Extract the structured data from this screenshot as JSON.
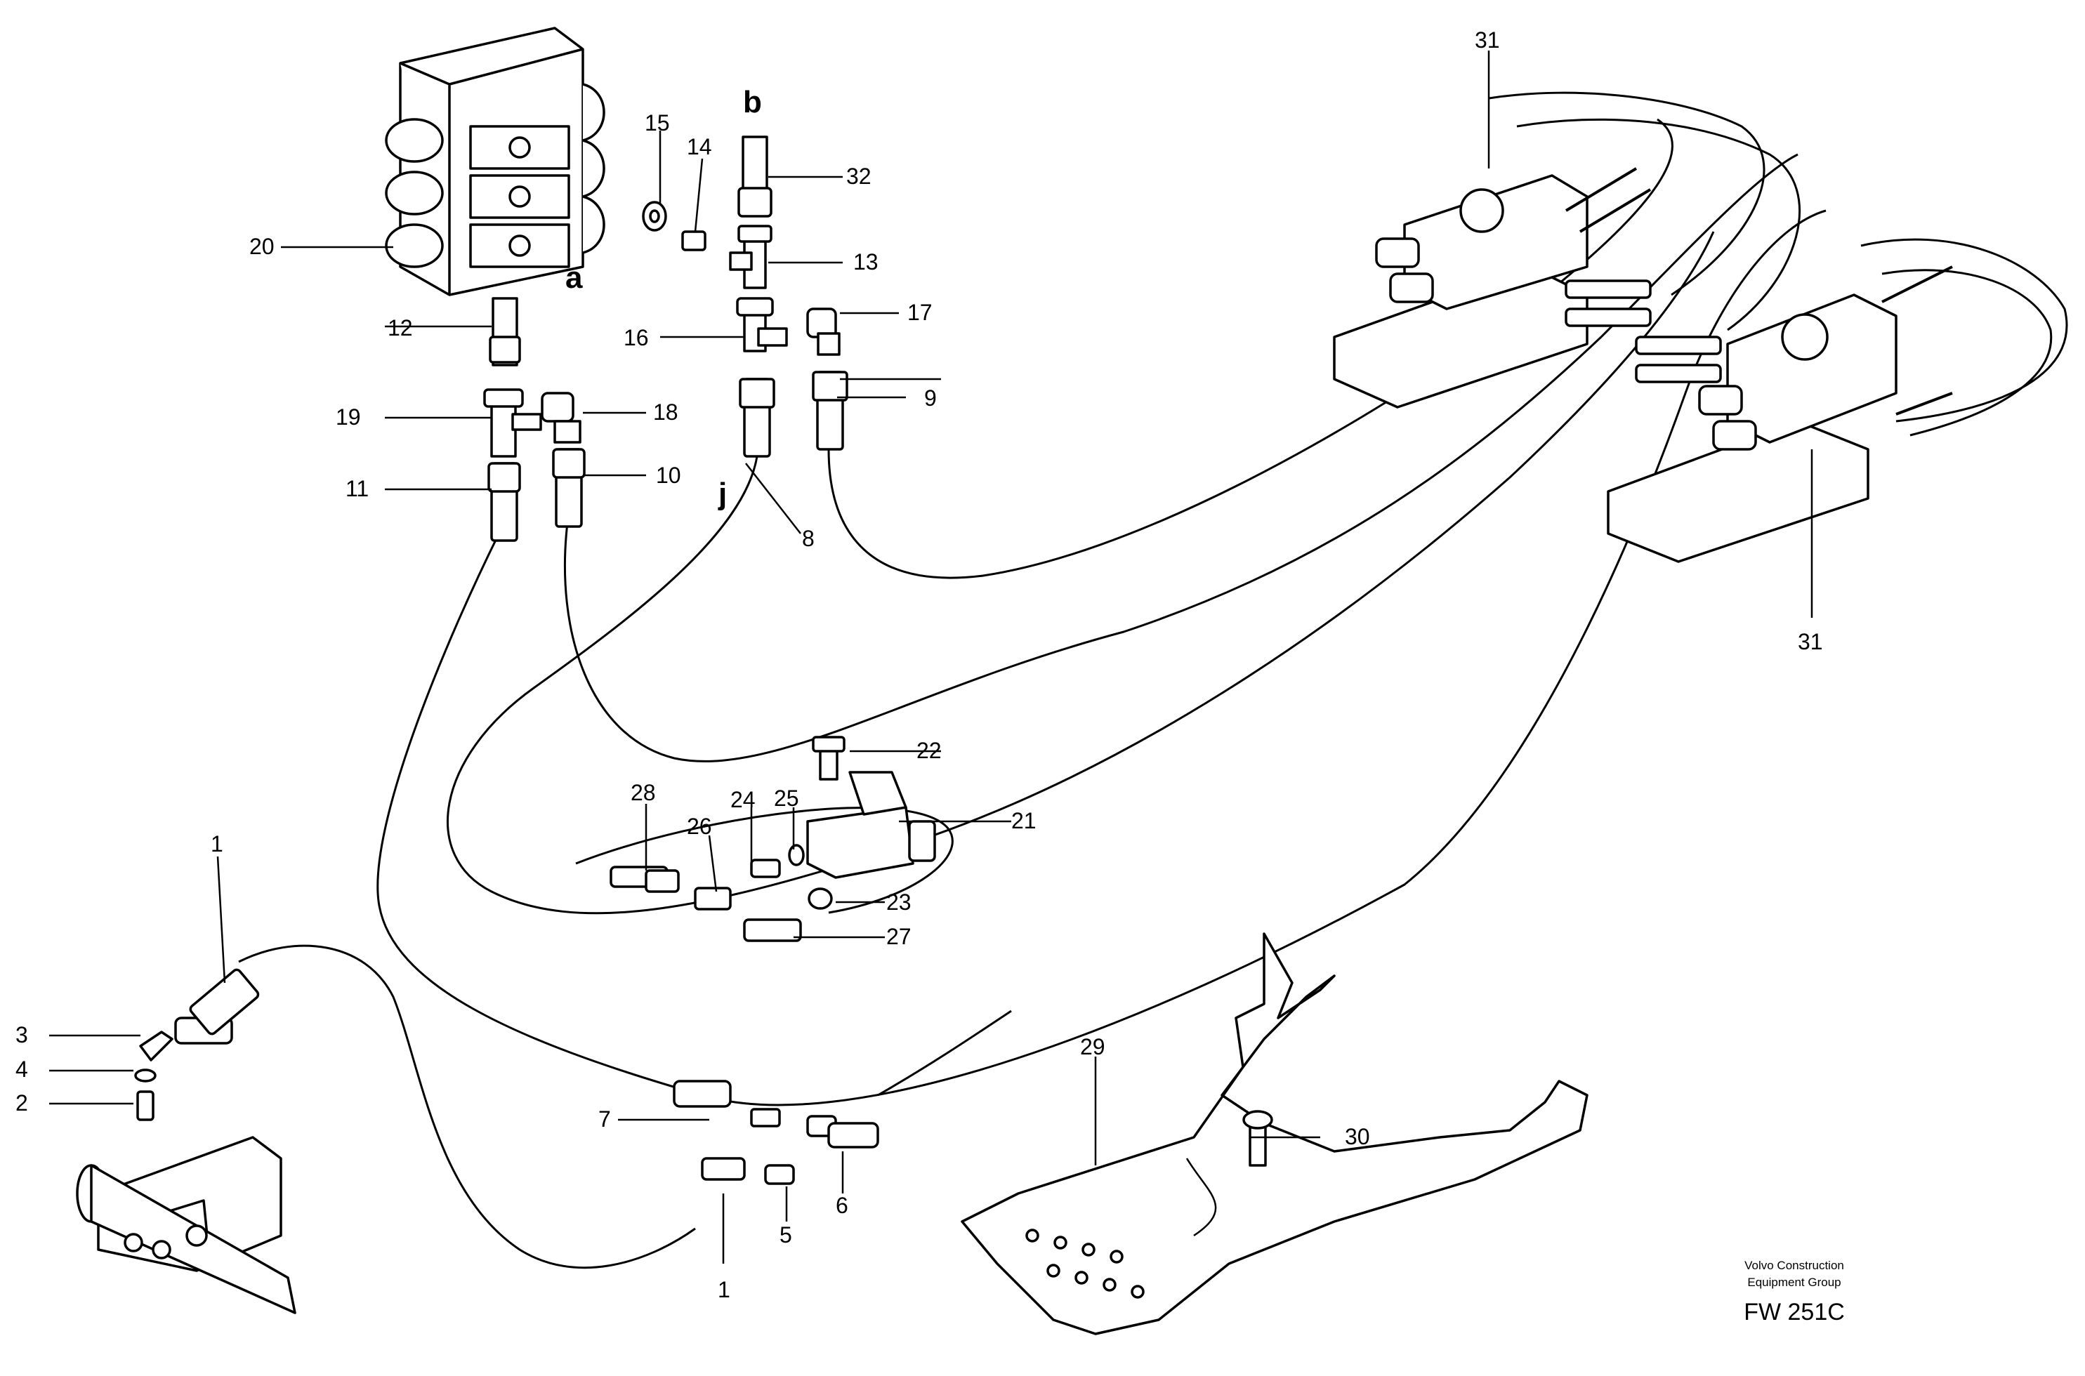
{
  "diagram": {
    "labels": {
      "l1a": "1",
      "l1b": "1",
      "l2": "2",
      "l3": "3",
      "l4": "4",
      "l5": "5",
      "l6": "6",
      "l7": "7",
      "l8": "8",
      "l9": "9",
      "l10": "10",
      "l11": "11",
      "l12": "12",
      "l13": "13",
      "l14": "14",
      "l15": "15",
      "l16": "16",
      "l17": "17",
      "l18": "18",
      "l19": "19",
      "l20": "20",
      "l21": "21",
      "l22": "22",
      "l23": "23",
      "l24": "24",
      "l25": "25",
      "l26": "26",
      "l27": "27",
      "l28": "28",
      "l29": "29",
      "l30": "30",
      "l31a": "31",
      "l31b": "31",
      "l32": "32",
      "la": "a",
      "lb": "b",
      "lj": "j"
    },
    "footer": {
      "company_line1": "Volvo Construction",
      "company_line2": "Equipment Group",
      "code": "FW 251C"
    }
  }
}
